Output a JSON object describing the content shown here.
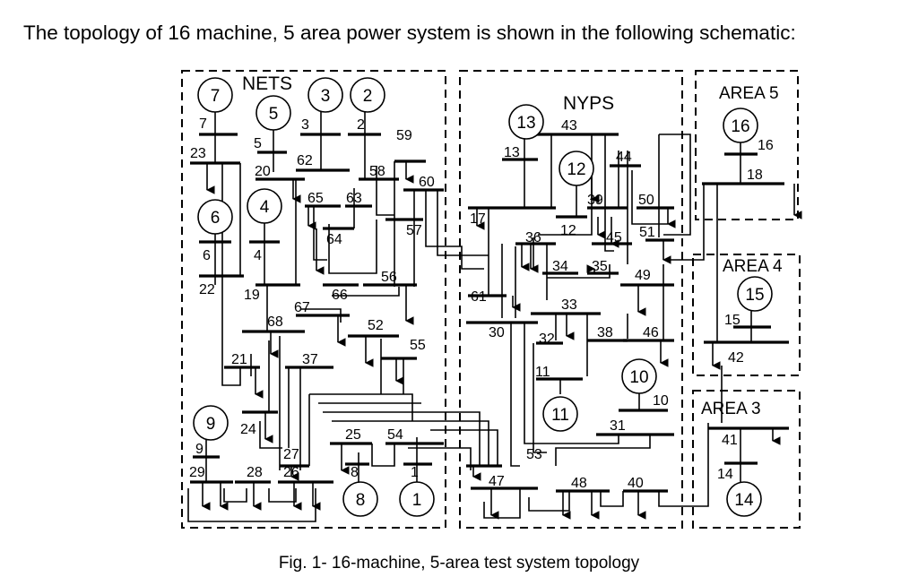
{
  "intro_text": "The topology of 16 machine, 5 area power system is shown in the following schematic:",
  "caption": "Fig. 1- 16-machine, 5-area test system topology",
  "areas": {
    "nets": "NETS",
    "nyps": "NYPS",
    "area5": "AREA 5",
    "area4": "AREA 4",
    "area3": "AREA 3"
  },
  "generators": [
    "1",
    "2",
    "3",
    "4",
    "5",
    "6",
    "7",
    "8",
    "9",
    "10",
    "11",
    "12",
    "13",
    "14",
    "15",
    "16"
  ],
  "bus_labels": {
    "b1": "1",
    "b2": "2",
    "b3": "3",
    "b4": "4",
    "b5": "5",
    "b6": "6",
    "b7": "7",
    "b8": "8",
    "b9": "9",
    "b10": "10",
    "b11": "11",
    "b12": "12",
    "b13": "13",
    "b14": "14",
    "b15": "15",
    "b16": "16",
    "b17": "17",
    "b18": "18",
    "b19": "19",
    "b20": "20",
    "b21": "21",
    "b22": "22",
    "b23": "23",
    "b24": "24",
    "b25": "25",
    "b26": "26",
    "b27": "27",
    "b28": "28",
    "b29": "29",
    "b30": "30",
    "b31": "31",
    "b32": "32",
    "b33": "33",
    "b34": "34",
    "b35": "35",
    "b36": "36",
    "b37": "37",
    "b38": "38",
    "b39": "39",
    "b40": "40",
    "b41": "41",
    "b42": "42",
    "b43": "43",
    "b44": "44",
    "b45": "45",
    "b46": "46",
    "b47": "47",
    "b48": "48",
    "b49": "49",
    "b50": "50",
    "b51": "51",
    "b52": "52",
    "b53": "53",
    "b54": "54",
    "b55": "55",
    "b56": "56",
    "b57": "57",
    "b58": "58",
    "b59": "59",
    "b60": "60",
    "b61": "61",
    "b62": "62",
    "b63": "63",
    "b64": "64",
    "b66": "66",
    "b67": "67",
    "b68": "68"
  }
}
